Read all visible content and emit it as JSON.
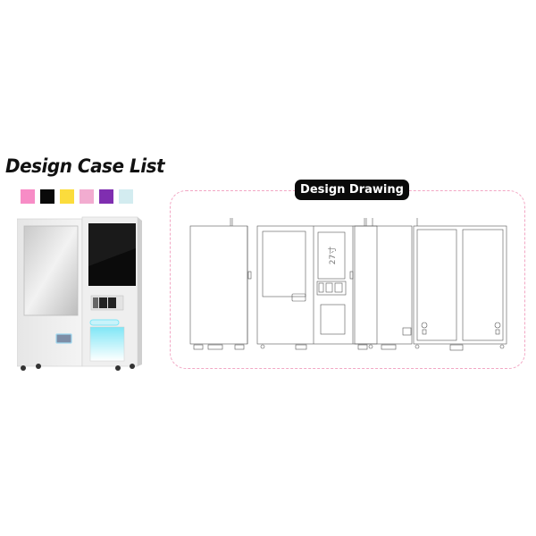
{
  "left_panel": {
    "title": "Design Case List",
    "color_swatches": [
      {
        "name": "pink",
        "color": "#f78cc6"
      },
      {
        "name": "black",
        "color": "#0a0a0a"
      },
      {
        "name": "yellow",
        "color": "#fbdc3c"
      },
      {
        "name": "light-pink",
        "color": "#f2acd0"
      },
      {
        "name": "purple",
        "color": "#7f2eb0"
      },
      {
        "name": "light-blue",
        "color": "#d3ecf0"
      }
    ],
    "product_image": "vending-machine-photo"
  },
  "right_panel": {
    "badge_label": "Design Drawing",
    "border_color": "#f2a7c4",
    "views": [
      "left-side-view",
      "front-view",
      "right-side-view",
      "back-view"
    ],
    "screen_label": "27寸"
  }
}
